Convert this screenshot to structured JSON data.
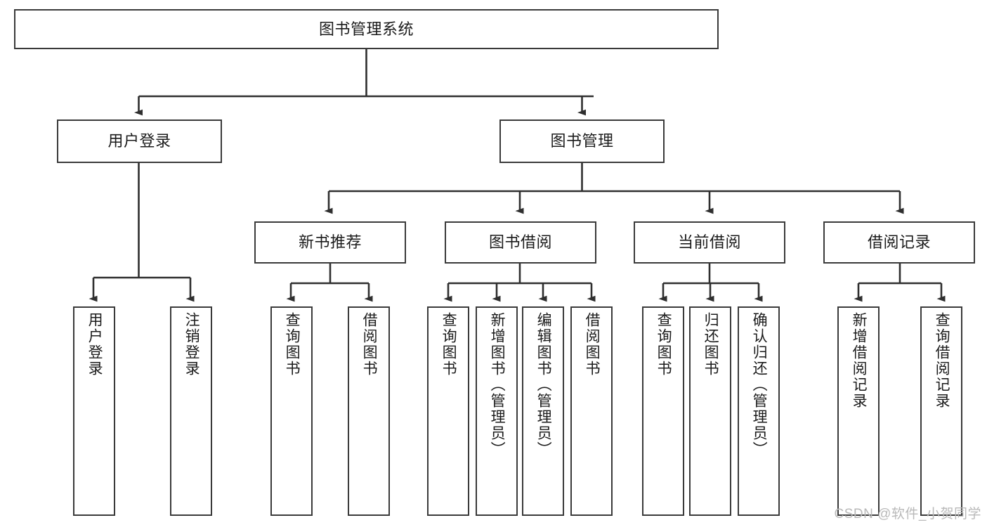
{
  "diagram": {
    "title": "图书管理系统",
    "watermark": "CSDN @软件_小贺同学",
    "type": "tree",
    "levels": {
      "root": {
        "label": "图书管理系统"
      },
      "level2": [
        {
          "label": "用户登录"
        },
        {
          "label": "图书管理"
        }
      ],
      "level3": [
        {
          "label": "新书推荐"
        },
        {
          "label": "图书借阅"
        },
        {
          "label": "当前借阅"
        },
        {
          "label": "借阅记录"
        }
      ],
      "leaves": {
        "user_login": [
          {
            "label": "用户登录"
          },
          {
            "label": "注销登录"
          }
        ],
        "new_book_recommend": [
          {
            "label": "查询图书"
          },
          {
            "label": "借阅图书"
          }
        ],
        "book_borrow": [
          {
            "label": "查询图书"
          },
          {
            "label": "新增图书（管理员）"
          },
          {
            "label": "编辑图书（管理员）"
          },
          {
            "label": "借阅图书"
          }
        ],
        "current_borrow": [
          {
            "label": "查询图书"
          },
          {
            "label": "归还图书"
          },
          {
            "label": "确认归还（管理员）"
          }
        ],
        "borrow_record": [
          {
            "label": "新增借阅记录"
          },
          {
            "label": "查询借阅记录"
          }
        ]
      }
    },
    "colors": {
      "box_border": "#3a3a3a",
      "line": "#2f2f2f",
      "background": "#ffffff",
      "text": "#1b1b1b",
      "watermark": "#b9b9b9"
    }
  }
}
